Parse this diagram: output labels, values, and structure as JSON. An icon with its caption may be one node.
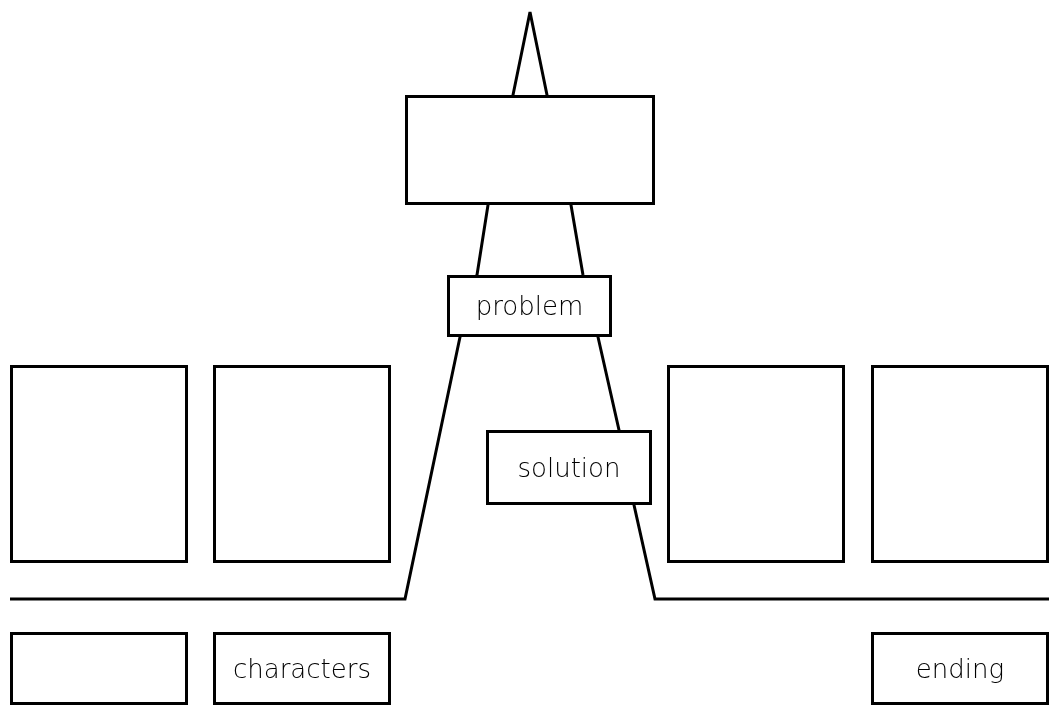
{
  "diagram": {
    "nodes": [
      {
        "text": [],
        "shape": "box"
      },
      {
        "text": [
          "problem"
        ]
      },
      {
        "text": [],
        "shape": "box"
      },
      {
        "text": [],
        "shape": "box"
      },
      {
        "text": [],
        "shape": "box"
      },
      {
        "text": [],
        "shape": "box"
      },
      {
        "text": [
          "solution"
        ]
      },
      {
        "text": [],
        "shape": "box"
      },
      {
        "text": [
          "characters"
        ]
      },
      {
        "text": [
          "ending"
        ]
      }
    ]
  }
}
